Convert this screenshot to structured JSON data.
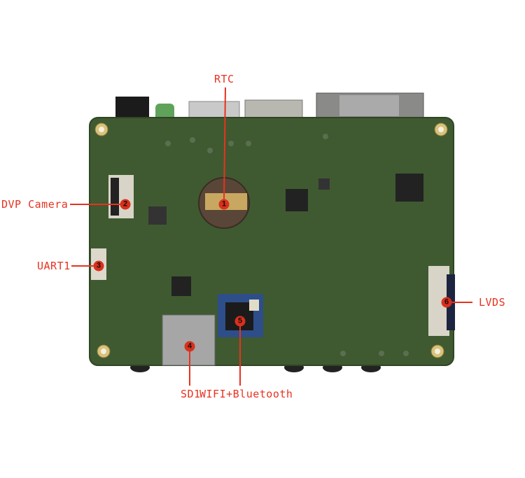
{
  "colors": {
    "annotation": "#e8321f",
    "pcb": "#3f5a30"
  },
  "callouts": [
    {
      "number": "1",
      "label": "RTC"
    },
    {
      "number": "2",
      "label": "DVP Camera"
    },
    {
      "number": "3",
      "label": "UART1"
    },
    {
      "number": "4",
      "label": "SD1"
    },
    {
      "number": "5",
      "label": "WIFI+Bluetooth"
    },
    {
      "number": "6",
      "label": "LVDS"
    }
  ]
}
